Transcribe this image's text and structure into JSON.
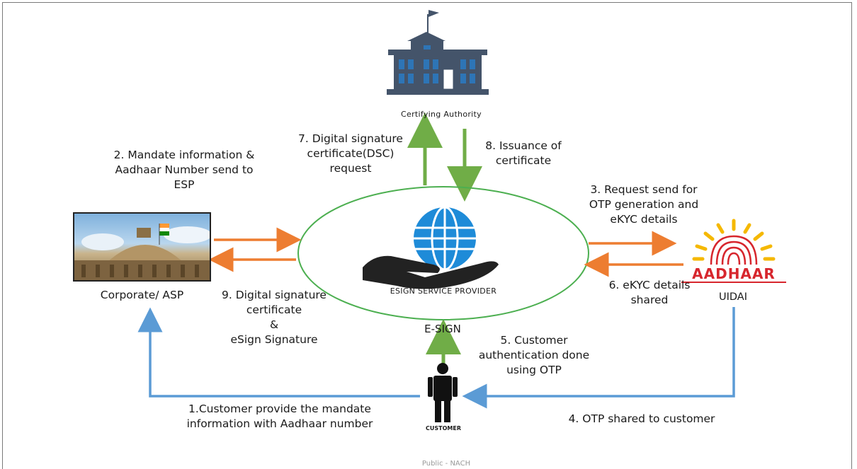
{
  "nodes": {
    "certifying_authority": "Certifying Authority",
    "esign_provider": "ESIGN SERVICE  PROVIDER",
    "esign_label": "E-SIGN",
    "corporate": "Corporate/ ASP",
    "uidai": "UIDAI",
    "aadhaar_logo_text": "AADHAAR",
    "customer": "CUSTOMER"
  },
  "steps": {
    "s1": [
      "1.Customer provide the mandate",
      "information with Aadhaar number"
    ],
    "s2": [
      "2. Mandate information &",
      "Aadhaar Number send to",
      "ESP"
    ],
    "s3": [
      "3. Request send for",
      "OTP generation and",
      "eKYC details"
    ],
    "s4": "4. OTP  shared to customer",
    "s5": [
      "5. Customer",
      "authentication done",
      "using OTP"
    ],
    "s6": [
      "6. eKYC details",
      "shared"
    ],
    "s7": [
      "7. Digital signature",
      "certificate(DSC)",
      "request"
    ],
    "s8": [
      "8. Issuance of",
      "certificate"
    ],
    "s9": [
      "9. Digital signature",
      "certificate",
      "&",
      "eSign Signature"
    ]
  },
  "footer": "Public - NACH",
  "colors": {
    "green_arrow": "#70ad47",
    "orange_arrow": "#ed7d31",
    "blue_arrow": "#5b9bd5",
    "ellipse": "#4caf50",
    "building": "#44546a",
    "window": "#2e75b6",
    "globe": "#1e8bd8"
  }
}
